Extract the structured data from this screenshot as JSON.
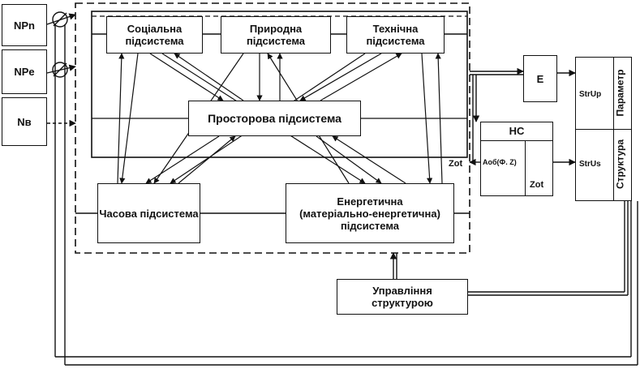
{
  "inputs": {
    "npn": "NPn",
    "npe": "NPe",
    "nv": "Nв"
  },
  "subsystems": {
    "social": "Соціальна підсистема",
    "natural": "Природна підсистема",
    "technical": "Технічна підсистема",
    "spatial": "Просторова підсистема",
    "temporal": "Часова підсистема",
    "energy_line1": "Енергетична",
    "energy_line2": "(матеріально-енергетична)",
    "energy_line3": "підсистема"
  },
  "blocks": {
    "e": "E",
    "hc": "НС",
    "aob": "Аоб(Ф. Z)",
    "zot_inner": "Zot",
    "zot_outer": "Zot",
    "strup": "StrUp",
    "strus": "StrUs",
    "parameter": "Параметр",
    "structure": "Структура",
    "management_line1": "Управління",
    "management_line2": "структурою"
  }
}
